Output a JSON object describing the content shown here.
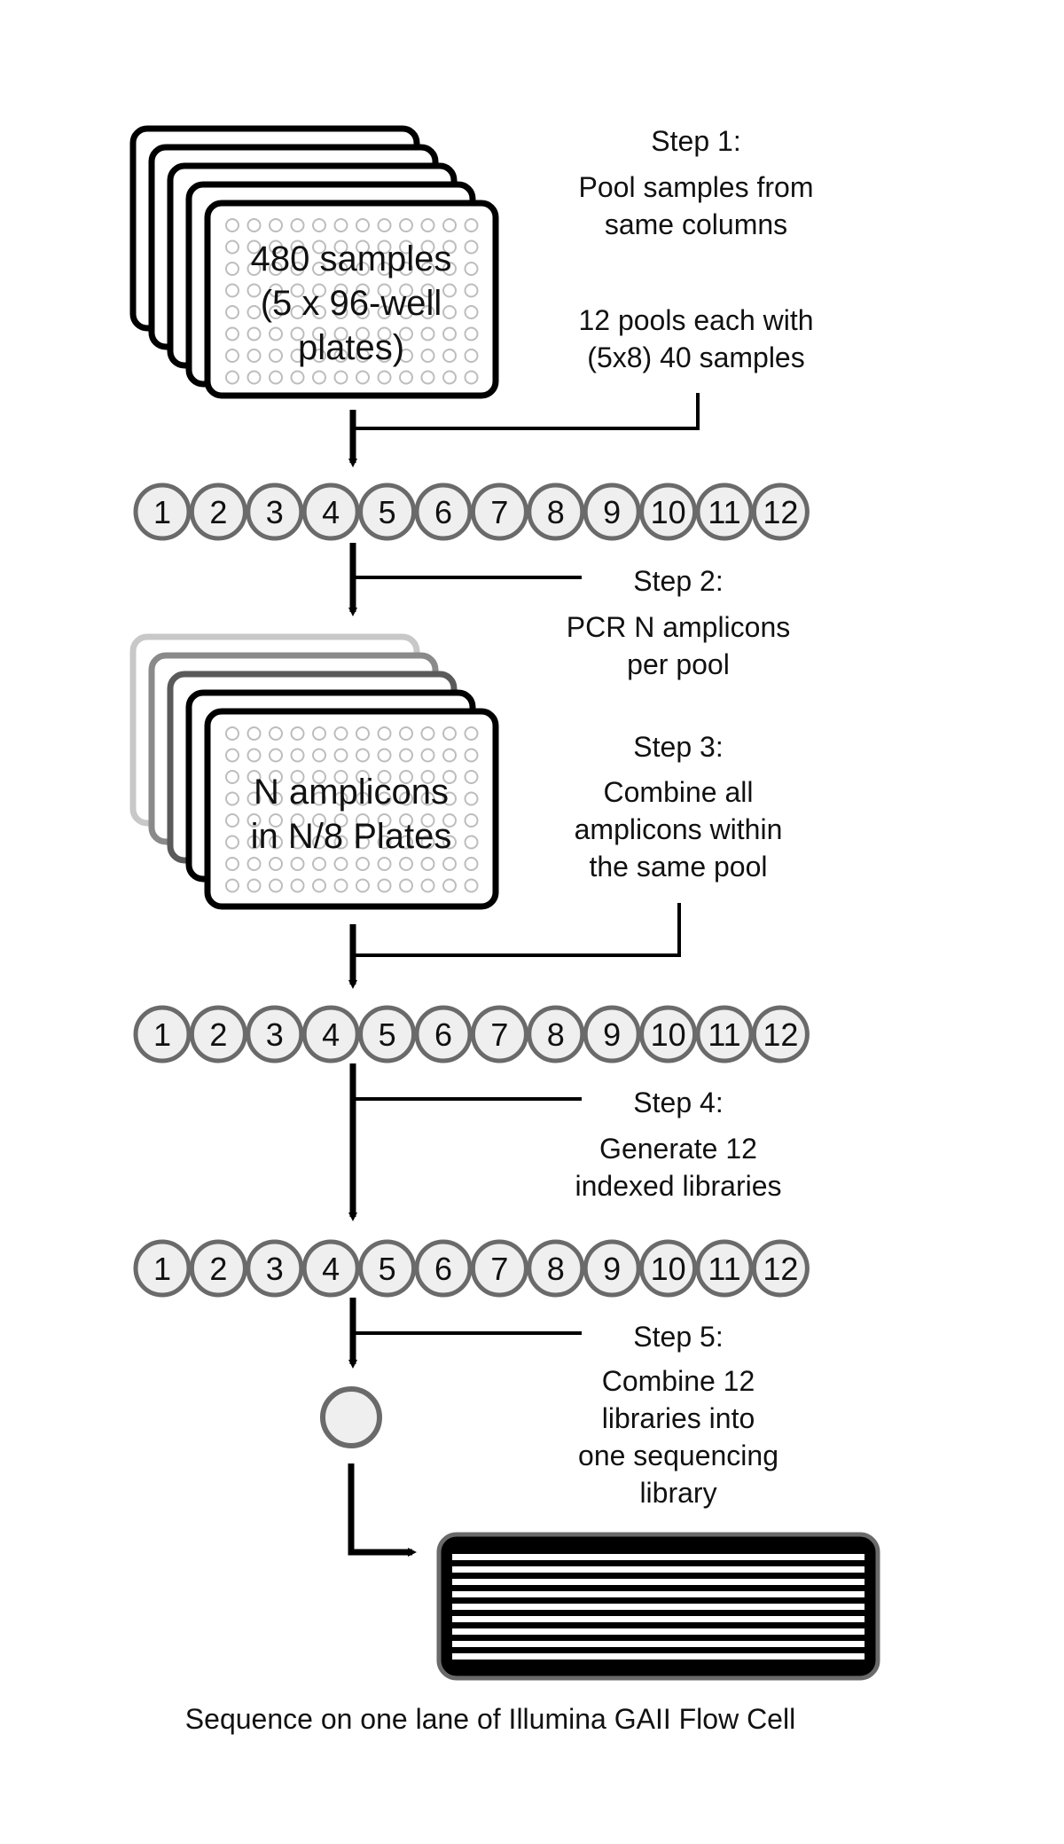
{
  "plates1": {
    "label_lines": [
      "480 samples",
      "(5 x 96-well",
      "plates)"
    ]
  },
  "plates2": {
    "label_lines": [
      "N amplicons",
      "in N/8 Plates"
    ]
  },
  "pools": [
    "1",
    "2",
    "3",
    "4",
    "5",
    "6",
    "7",
    "8",
    "9",
    "10",
    "11",
    "12"
  ],
  "steps": [
    {
      "lines": [
        "Step 1:",
        "Pool samples from",
        "same columns",
        "",
        "12 pools each with",
        "(5x8) 40 samples"
      ]
    },
    {
      "lines": [
        "Step 2:",
        "PCR N amplicons",
        "per pool"
      ]
    },
    {
      "lines": [
        "Step 3:",
        "Combine all",
        "amplicons within",
        "the same pool"
      ]
    },
    {
      "lines": [
        "Step 4:",
        "Generate 12",
        "indexed libraries"
      ]
    },
    {
      "lines": [
        "Step 5:",
        "Combine 12",
        "libraries into",
        "one sequencing",
        "library"
      ]
    }
  ],
  "caption": "Sequence on one lane of Illumina GAII Flow Cell",
  "colors": {
    "ink": "#000000",
    "well": "#bdbdbd",
    "pool_fill": "#efefef",
    "plate_gray": "#6a6a6a",
    "plate_light": "#c8c8c8"
  }
}
